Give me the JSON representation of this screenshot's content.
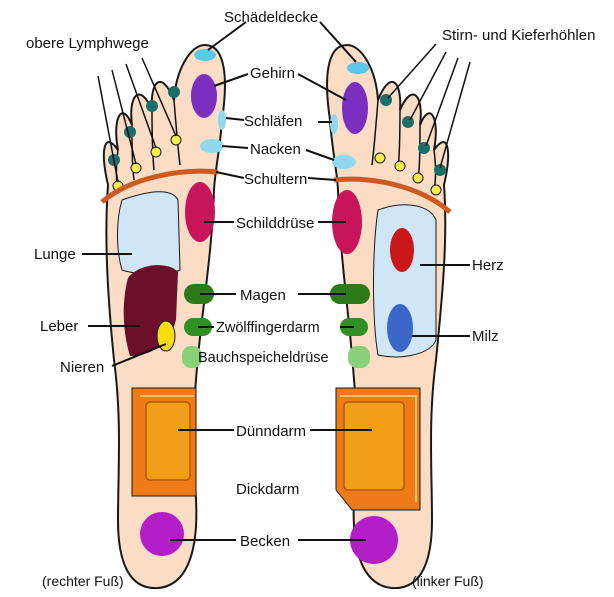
{
  "labels": {
    "schaedeldecke": "Schädeldecke",
    "obere_lymphwege": "obere Lymphwege",
    "stirn_kiefer": "Stirn- und Kieferhöhlen",
    "gehirn": "Gehirn",
    "schlaefen": "Schläfen",
    "nacken": "Nacken",
    "schultern": "Schultern",
    "schilddruese": "Schilddrüse",
    "lunge": "Lunge",
    "herz": "Herz",
    "magen": "Magen",
    "leber": "Leber",
    "zwoelffingerdarm": "Zwölffingerdarm",
    "milz": "Milz",
    "nieren": "Nieren",
    "bauchspeicheldruese": "Bauchspeicheldrüse",
    "duenndarm": "Dünndarm",
    "dickdarm": "Dickdarm",
    "becken": "Becken"
  },
  "captions": {
    "right_foot": "(rechter Fuß)",
    "left_foot": "(linker Fuß)"
  },
  "colors": {
    "skin": "#fbdcc4",
    "outline": "#1a1a1a",
    "skull": "#5bc8e8",
    "brain": "#7a2fc1",
    "neck": "#8fd8ee",
    "lymph": "#f6ee4a",
    "sinus": "#1c6e6a",
    "shoulder": "#cc5a22",
    "thyroid": "#c8155a",
    "lung": "#cfe6f6",
    "heart": "#c81818",
    "spleen": "#3c66c8",
    "liver": "#6b0f2a",
    "kidney": "#f5dd10",
    "stomach": "#2d7a1a",
    "duodenum": "#2f8f24",
    "pancreas": "#8ad07a",
    "small_intestine": "#f29e1a",
    "large_intestine": "#ee7a18",
    "pelvis": "#b41ec8"
  }
}
